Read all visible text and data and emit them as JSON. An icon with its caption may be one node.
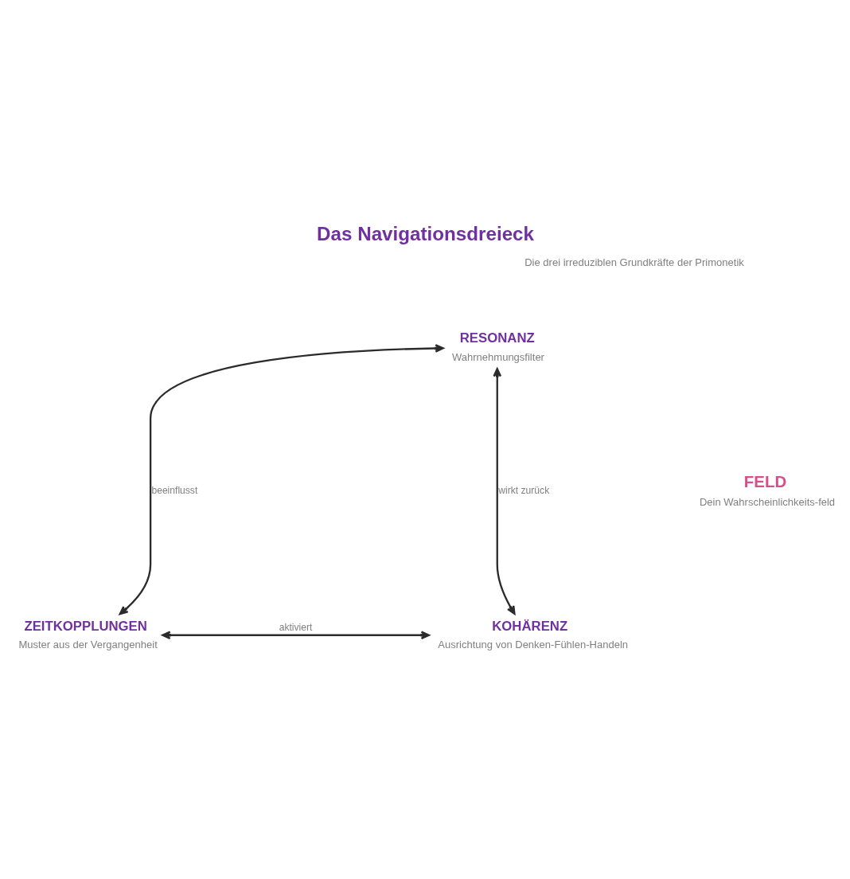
{
  "diagram": {
    "title": "Das Navigationsdreieck",
    "nodes": [
      {
        "text": [
          "RESONANZ",
          "Wahrnehmungsfilter"
        ]
      },
      {
        "text": [
          "ZEITKOPPLUNGEN",
          "Muster aus der Vergangenheit"
        ]
      },
      {
        "text": [
          "KOHÄRENZ",
          "Ausrichtung von Denken-Fühlen-Handeln"
        ]
      },
      {
        "text": [
          "FELD",
          "Dein Wahrscheinlichkeits-feld"
        ]
      }
    ],
    "edges": [
      {
        "from": 0,
        "to": 1,
        "arrow": "both",
        "label": "beeinflusst"
      },
      {
        "from": 0,
        "to": 2,
        "arrow": "both",
        "label": "wirkt zurück"
      },
      {
        "from": 1,
        "to": 2,
        "arrow": "both",
        "label": "aktiviert"
      }
    ],
    "labels": [
      "Die drei irreduziblen Grundkräfte der Primonetik"
    ]
  }
}
